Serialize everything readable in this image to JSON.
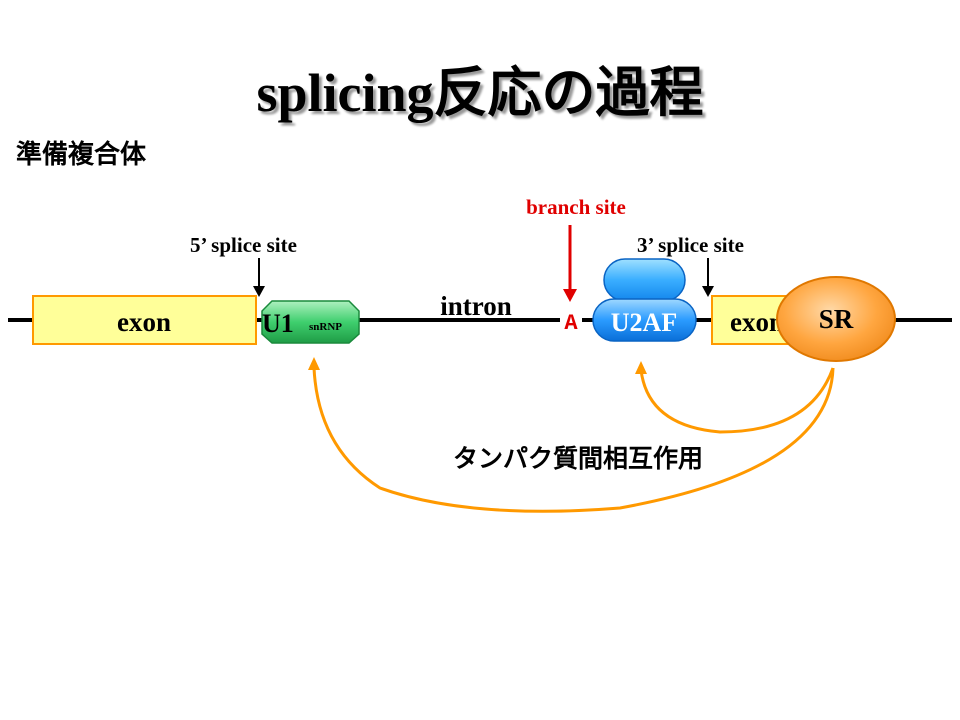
{
  "title": "splicing反応の過程",
  "subtitle": "準備複合体",
  "labels": {
    "branch_site": "branch site",
    "five_prime_site": "5’ splice site",
    "three_prime_site": "3’ splice site",
    "intron": "intron",
    "adenosine": "A",
    "exon_left": "exon",
    "exon_right": "exon",
    "u1": "U1",
    "u1_sub": "snRNP",
    "u2af": "U2AF",
    "sr": "SR",
    "interaction": "タンパク質間相互作用"
  },
  "colors": {
    "exon_fill": "#ffff99",
    "exon_border": "#ff9900",
    "u1_fill": "#33cc66",
    "u2af_fill": "#1e90ff",
    "sr_fill": "#ff9933",
    "branch_red": "#e00000",
    "arc_orange": "#ff9900"
  }
}
